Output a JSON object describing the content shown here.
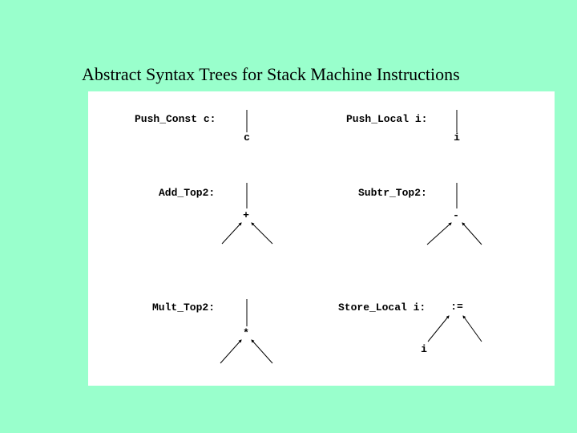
{
  "title": "Abstract Syntax Trees for Stack Machine Instructions",
  "colors": {
    "background": "#99FFCC",
    "panel": "#FFFFFF",
    "ink": "#000000"
  },
  "diagrams": [
    {
      "label": "Push_Const c:",
      "node": "c",
      "type": "leaf"
    },
    {
      "label": "Push_Local i:",
      "node": "i",
      "type": "leaf"
    },
    {
      "label": "Add_Top2:",
      "node": "+",
      "type": "binary"
    },
    {
      "label": "Subtr_Top2:",
      "node": "-",
      "type": "binary"
    },
    {
      "label": "Mult_Top2:",
      "node": "*",
      "type": "binary"
    },
    {
      "label": "Store_Local i:",
      "node": ":=",
      "type": "binary",
      "left_child": "i"
    }
  ]
}
